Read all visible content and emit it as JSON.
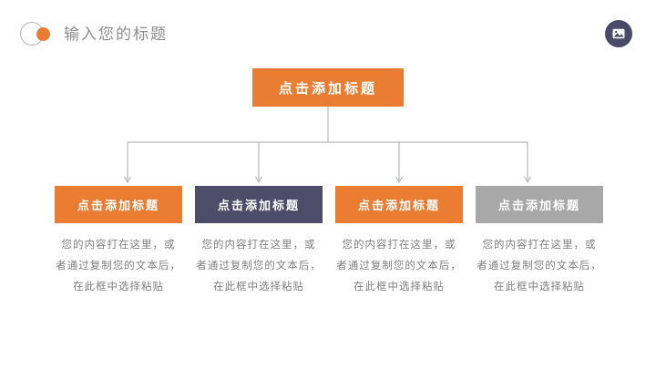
{
  "slide": {
    "header": {
      "title": "输入您的标题",
      "logo_icon": "ring-with-orange-dot-logo",
      "corner_icon": "image-placeholder-icon"
    },
    "colors": {
      "orange": "#eb7d33",
      "navy": "#4d4c69",
      "gray": "#a8a8a8",
      "connector_line": "#a9a9a9",
      "corner_icon_bg": "#4a4967",
      "title_text": "#8c8c8c",
      "body_text": "#7f7f7f"
    }
  },
  "diagram": {
    "root": {
      "label": "点击添加标题",
      "color": "#eb7d33"
    },
    "children": [
      {
        "label": "点击添加标题",
        "color": "#eb7d33",
        "body_lines": [
          "您的内容打在这里，或",
          "者通过复制您的文本后，",
          "在此框中选择粘贴"
        ]
      },
      {
        "label": "点击添加标题",
        "color": "#4d4c69",
        "body_lines": [
          "您的内容打在这里，或",
          "者通过复制您的文本后，",
          "在此框中选择粘贴"
        ]
      },
      {
        "label": "点击添加标题",
        "color": "#eb7d33",
        "body_lines": [
          "您的内容打在这里，或",
          "者通过复制您的文本后，",
          "在此框中选择粘贴"
        ]
      },
      {
        "label": "点击添加标题",
        "color": "#a8a8a8",
        "body_lines": [
          "您的内容打在这里，或",
          "者通过复制您的文本后，",
          "在此框中选择粘贴"
        ]
      }
    ]
  }
}
